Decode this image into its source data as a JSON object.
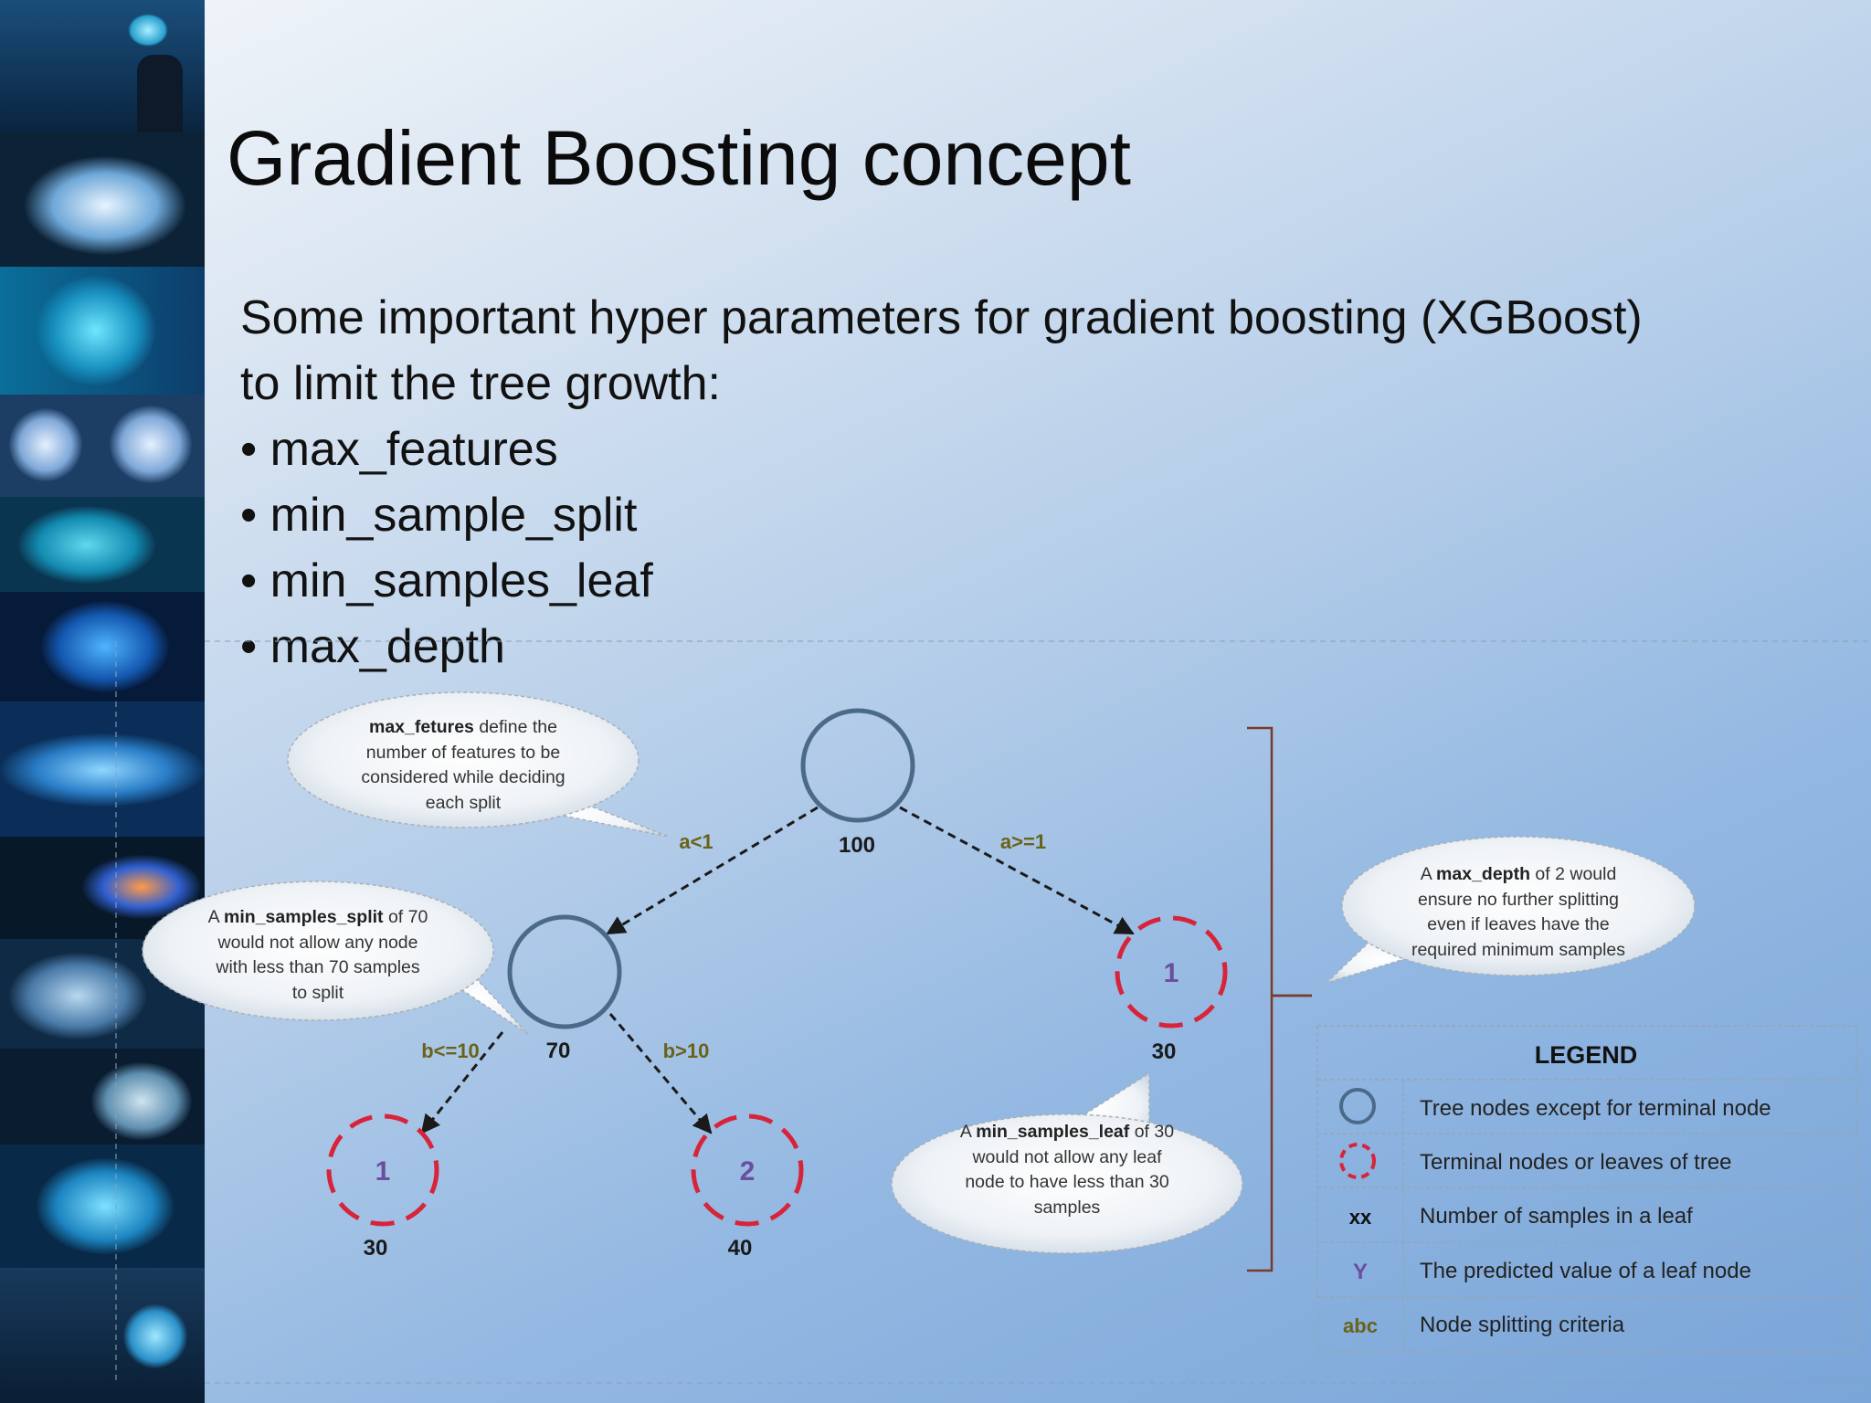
{
  "slide": {
    "title": "Gradient Boosting concept",
    "intro_lines": [
      "Some important hyper parameters for gradient boosting (XGBoost)",
      "to limit the tree growth:"
    ],
    "bullets": [
      "max_features",
      "min_sample_split",
      "min_samples_leaf",
      "max_depth"
    ],
    "bullet_char": "•"
  },
  "tree": {
    "root_count": "100",
    "left_count": "70",
    "criteria": {
      "left": "a<1",
      "right": "a>=1",
      "left_left": "b<=10",
      "left_right": "b>10"
    },
    "leaves": [
      {
        "value": "1",
        "count": "30"
      },
      {
        "value": "2",
        "count": "40"
      },
      {
        "value": "1",
        "count": "30"
      }
    ]
  },
  "bubbles": {
    "max_features": {
      "bold": "max_fetures",
      "rest": " define the",
      "lines": [
        "number of features to be",
        "considered while deciding",
        "each split"
      ]
    },
    "min_samples_split": {
      "prefix": "A ",
      "bold": "min_samples_split",
      "rest": " of 70",
      "lines": [
        "would not allow any node",
        "with less than 70 samples",
        "to split"
      ]
    },
    "min_samples_leaf": {
      "prefix": "A ",
      "bold": "min_samples_leaf",
      "rest": " of 30",
      "lines": [
        "would not allow any leaf",
        "node to have less than 30",
        "samples"
      ]
    },
    "max_depth": {
      "prefix": "A ",
      "bold": "max_depth",
      "rest": " of 2 would",
      "lines": [
        "ensure no further splitting",
        "even if leaves have the",
        "required minimum samples"
      ]
    }
  },
  "legend": {
    "title": "LEGEND",
    "rows": [
      {
        "symbol": "tree-node-circle",
        "text": "Tree nodes except for terminal node"
      },
      {
        "symbol": "terminal-node-circle",
        "text": "Terminal nodes or leaves of tree"
      },
      {
        "symbol": "xx",
        "text": "Number of samples in a leaf"
      },
      {
        "symbol": "Y",
        "text": "The predicted value of a leaf node"
      },
      {
        "symbol": "abc",
        "text": "Node splitting criteria"
      }
    ]
  },
  "colors": {
    "node_stroke": "#4b6a8a",
    "leaf_stroke": "#d8243a",
    "criteria_text": "#6b6219",
    "leaf_value": "#6a4fa0"
  }
}
